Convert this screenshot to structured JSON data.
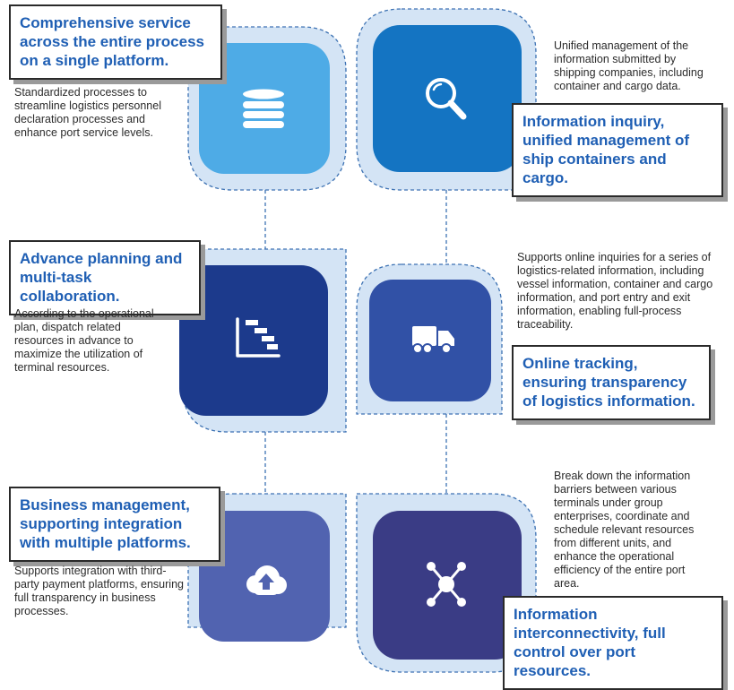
{
  "features": [
    {
      "title": "Comprehensive service across the entire process on a single platform.",
      "description": "Standardized processes to streamline logistics personnel declaration processes and enhance port service levels.",
      "icon": "database-icon"
    },
    {
      "title": "Information inquiry, unified management of ship containers and cargo.",
      "description": "Unified management of the information submitted by shipping companies, including container and cargo data.",
      "icon": "search-icon"
    },
    {
      "title": "Advance planning and multi-task collaboration.",
      "description": "According to the operational plan, dispatch related resources in advance to maximize the utilization of terminal resources.",
      "icon": "gantt-chart-icon"
    },
    {
      "title": "Online tracking, ensuring transparency of logistics information.",
      "description": "Supports online inquiries for a series of logistics-related information, including vessel information, container and cargo information, and port entry and exit information, enabling full-process traceability.",
      "icon": "truck-icon"
    },
    {
      "title": "Business management, supporting integration with multiple platforms.",
      "description": "Supports integration with third-party payment platforms, ensuring full transparency in business processes.",
      "icon": "cloud-upload-icon"
    },
    {
      "title": "Information interconnectivity, full control over port resources.",
      "description": "Break down the information barriers between various terminals under group enterprises, coordinate and schedule relevant resources from different units, and enhance the operational efficiency of the entire port area.",
      "icon": "network-hub-icon"
    }
  ],
  "colors": {
    "tile_bg": "#d4e4f5",
    "tile_border": "#3d72b3",
    "title_text": "#1f5fb4",
    "icon_1": "#4eabe6",
    "icon_2": "#1474c2",
    "icon_3": "#1c3a8c",
    "icon_4": "#3151a6",
    "icon_5": "#5163b0",
    "icon_6": "#3a3c85"
  }
}
